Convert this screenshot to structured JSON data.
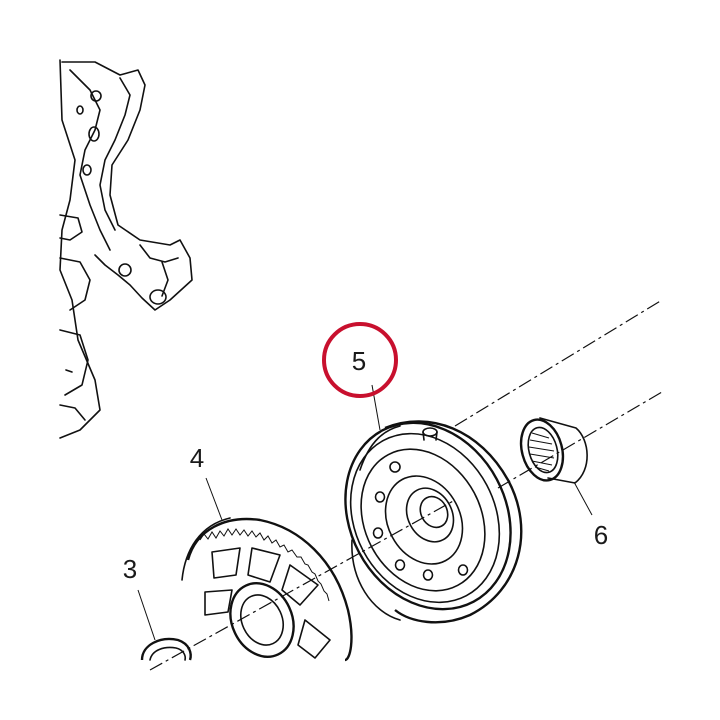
{
  "callouts": [
    {
      "id": "5",
      "label": "5",
      "highlighted": true
    },
    {
      "id": "4",
      "label": "4",
      "highlighted": false
    },
    {
      "id": "3",
      "label": "3",
      "highlighted": false
    },
    {
      "id": "6",
      "label": "6",
      "highlighted": false
    }
  ],
  "highlight_color": "#c8102e",
  "line_color": "#111111"
}
